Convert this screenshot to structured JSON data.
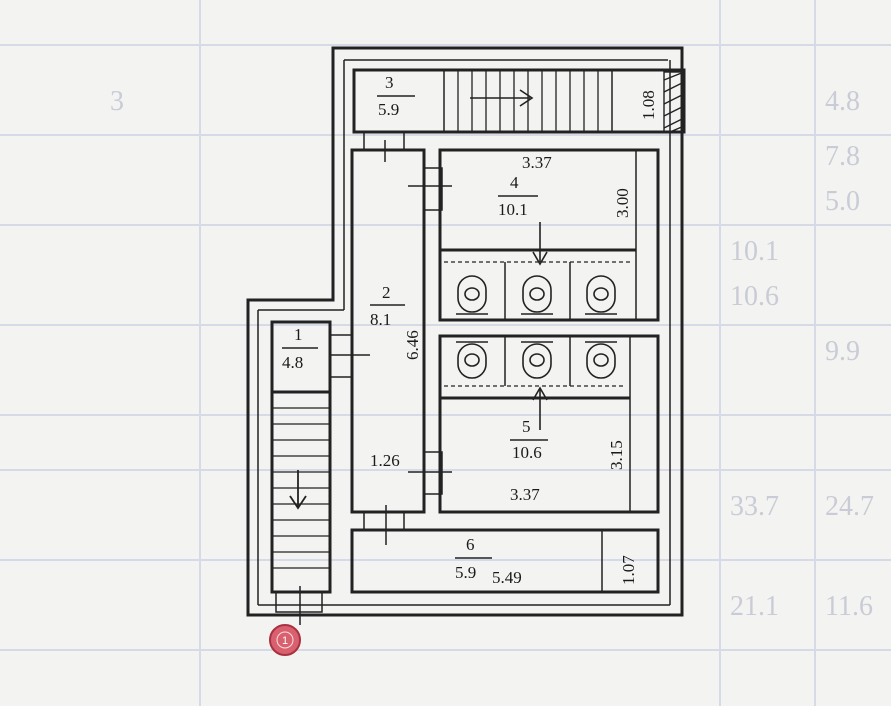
{
  "background_text": [
    "3",
    "4.8",
    "7.8",
    "5.0",
    "10.1",
    "10.6",
    "9.9",
    "24.7",
    "33.7",
    "21.1",
    "11.6"
  ],
  "rooms": [
    {
      "id": "1",
      "area": "4.8"
    },
    {
      "id": "2",
      "area": "8.1"
    },
    {
      "id": "3",
      "area": "5.9"
    },
    {
      "id": "4",
      "area": "10.1"
    },
    {
      "id": "5",
      "area": "10.6"
    },
    {
      "id": "6",
      "area": "5.9"
    }
  ],
  "dimensions": {
    "room4_width": "3.37",
    "room4_depth": "3.00",
    "corridor_length": "6.46",
    "room5_depth": "3.15",
    "room5_width": "3.37",
    "corridor_width": "1.26",
    "room6_length": "5.49",
    "room6_depth": "1.07",
    "room3_depth": "1.08"
  },
  "entry_marker": "1",
  "colors": {
    "badge": "#d9606e",
    "badge_stroke": "#a83241",
    "ink": "#222222"
  }
}
